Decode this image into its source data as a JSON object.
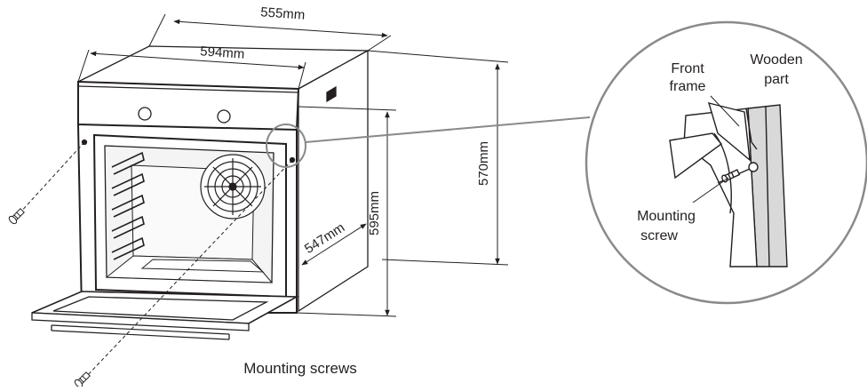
{
  "dimensions": {
    "depth_top": "555mm",
    "width_front": "594mm",
    "height_side": "570mm",
    "height_front": "595mm",
    "depth_inner": "547mm"
  },
  "callout": {
    "front_frame_line1": "Front",
    "front_frame_line2": "frame",
    "wooden_part_line1": "Wooden",
    "wooden_part_line2": "part",
    "mounting_screw_line1": "Mounting",
    "mounting_screw_line2": "screw"
  },
  "caption": "Mounting screws",
  "colors": {
    "line": "#231f20",
    "callout_circle": "#8a8a8a",
    "shade": "#d9d9d9",
    "dark": "#3a3a3a"
  }
}
